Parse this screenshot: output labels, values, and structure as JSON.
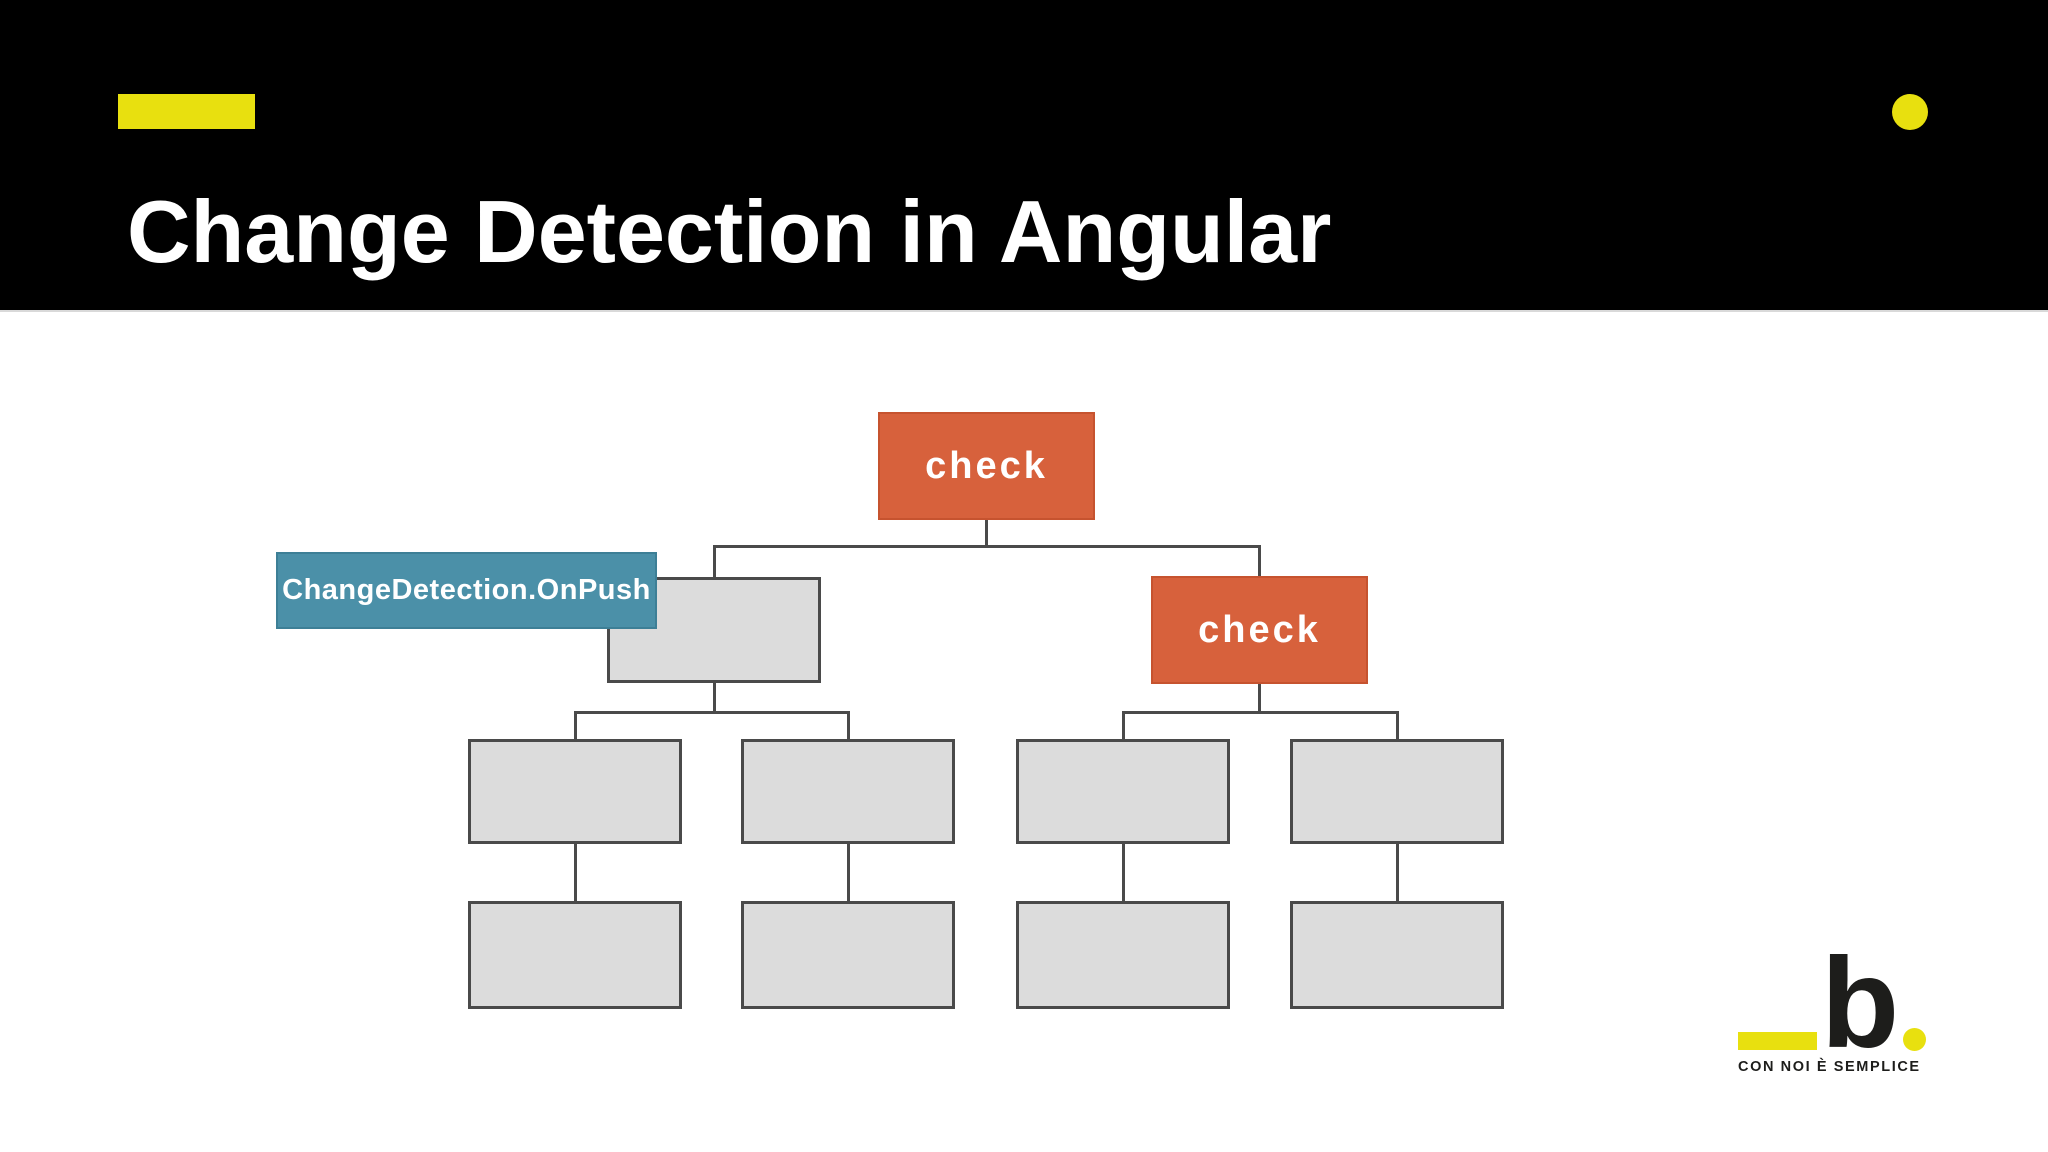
{
  "slide": {
    "title": "Change Detection in Angular"
  },
  "diagram": {
    "check_label": "check",
    "onpush_label": "ChangeDetection.OnPush"
  },
  "logo": {
    "letter": "b",
    "tagline": "CON NOI È SEMPLICE"
  },
  "colors": {
    "header_black": "#000000",
    "accent_yellow": "#E8E00F",
    "title_white": "#FFFFFF",
    "node_orange": "#D7613C",
    "node_orange_border": "#C6532F",
    "node_gray": "#DCDCDC",
    "node_gray_border": "#4A4A4A",
    "label_teal": "#4B90A8",
    "label_teal_border": "#3D7F96",
    "connector_gray": "#4A4A4A",
    "tagline_dark": "#1D1D1B"
  }
}
